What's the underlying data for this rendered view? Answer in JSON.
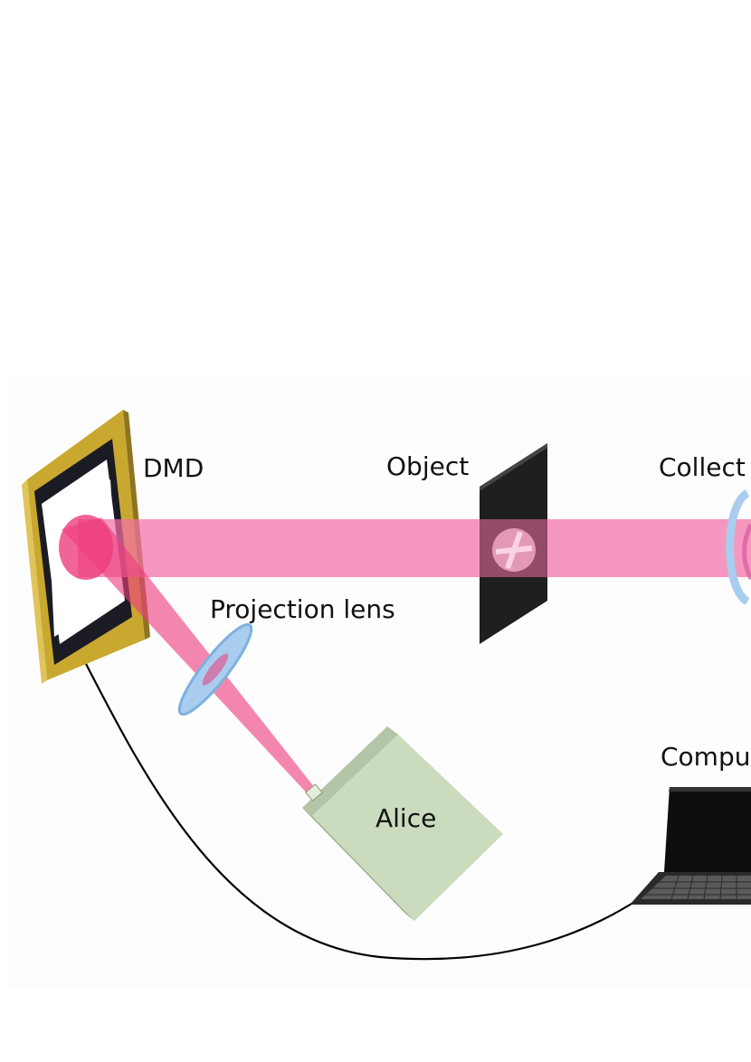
{
  "labels": {
    "dmd": "DMD",
    "object": "Object",
    "collect": "Collect",
    "projection_lens": "Projection lens",
    "computer": "Compu",
    "alice": "Alice"
  },
  "colors": {
    "beam": "#f36fa6",
    "beam_dark": "#ee3d7e",
    "lens": "#a9cdee",
    "lens_edge": "#7fb0de",
    "dmd_frame": "#c9a830",
    "dmd_dark": "#1b1b24",
    "object_plate": "#1f1f1f",
    "alice_box": "#cbdcbe",
    "alice_side": "#b4c4a6",
    "laptop": "#0e0e0e",
    "cable": "#000000"
  }
}
